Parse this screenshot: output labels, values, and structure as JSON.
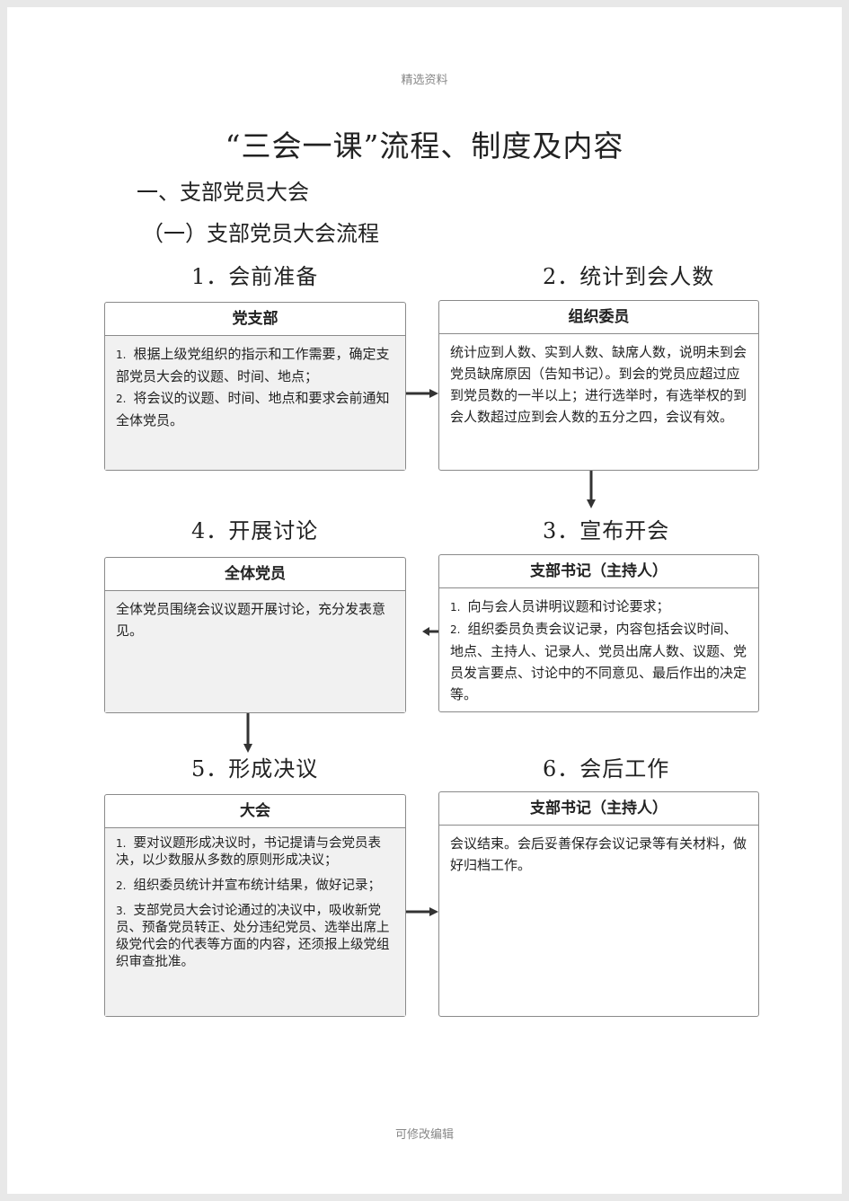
{
  "header": "精选资料",
  "footer": "可修改编辑",
  "title": "“三会一课”流程、制度及内容",
  "section": "一、支部党员大会",
  "subsection": "（一）支部党员大会流程",
  "steps": [
    {
      "label": "1．会前准备",
      "role": "党支部",
      "items": [
        {
          "num": "1.",
          "text": "根据上级党组织的指示和工作需要，确定支部党员大会的议题、时间、地点；"
        },
        {
          "num": "2.",
          "text": "将会议的议题、时间、地点和要求会前通知全体党员。"
        }
      ]
    },
    {
      "label": "2．统计到会人数",
      "role": "组织委员",
      "text": "统计应到人数、实到人数、缺席人数，说明未到会党员缺席原因（告知书记）。到会的党员应超过应到党员数的一半以上；进行选举时，有选举权的到会人数超过应到会人数的五分之四，会议有效。"
    },
    {
      "label": "3．宣布开会",
      "role": "支部书记（主持人）",
      "items": [
        {
          "num": "1.",
          "text": "向与会人员讲明议题和讨论要求；"
        },
        {
          "num": "2.",
          "text": "组织委员负责会议记录，内容包括会议时间、地点、主持人、记录人、党员出席人数、议题、党员发言要点、讨论中的不同意见、最后作出的决定等。"
        }
      ]
    },
    {
      "label": "4．开展讨论",
      "role": "全体党员",
      "text": "全体党员围绕会议议题开展讨论，充分发表意见。"
    },
    {
      "label": "5．形成决议",
      "role": "大会",
      "items": [
        {
          "num": "1.",
          "text": "要对议题形成决议时，书记提请与会党员表决，以少数服从多数的原则形成决议；"
        },
        {
          "num": "2.",
          "text": "组织委员统计并宣布统计结果，做好记录；"
        },
        {
          "num": "3.",
          "text": "支部党员大会讨论通过的决议中，吸收新党员、预备党员转正、处分违纪党员、选举出席上级党代会的代表等方面的内容，还须报上级党组织审查批准。"
        }
      ]
    },
    {
      "label": "6．会后工作",
      "role": "支部书记（主持人）",
      "text": "会议结束。会后妥善保存会议记录等有关材料，做好归档工作。"
    }
  ]
}
